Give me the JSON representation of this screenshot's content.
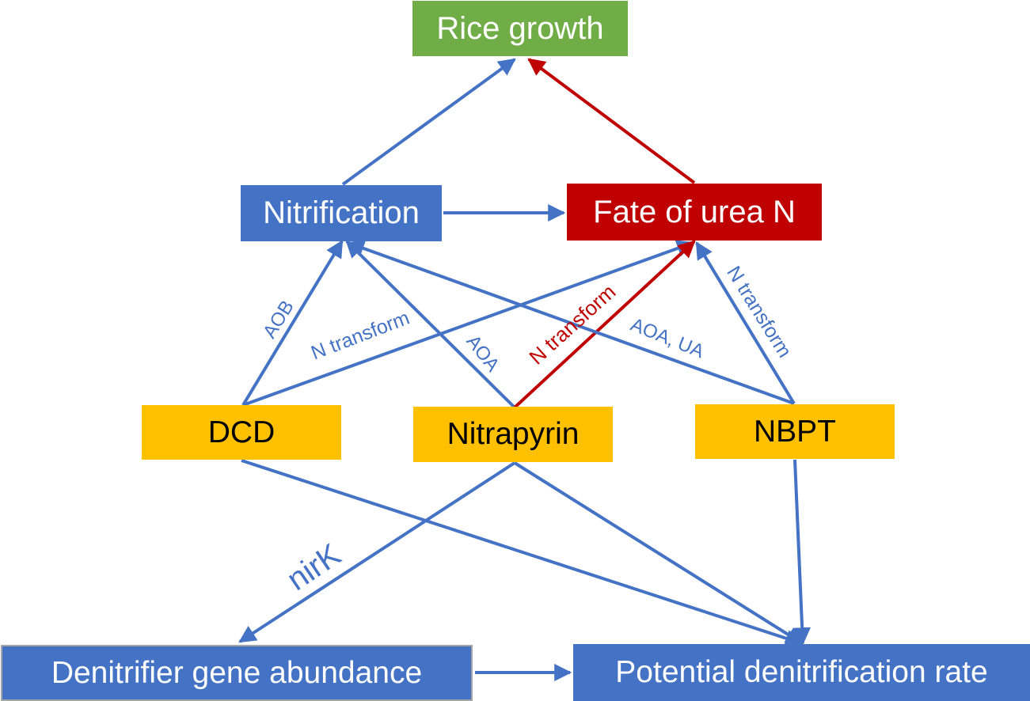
{
  "diagram": {
    "colors": {
      "blue": "#4472c4",
      "red": "#c00000",
      "green": "#70ad47",
      "yellow": "#ffc000"
    },
    "nodes": {
      "rice_growth": {
        "label": "Rice growth",
        "fill": "#70ad47"
      },
      "nitrification": {
        "label": "Nitrification",
        "fill": "#4472c4"
      },
      "fate_of_urea_n": {
        "label": "Fate of urea N",
        "fill": "#c00000"
      },
      "dcd": {
        "label": "DCD",
        "fill": "#ffc000"
      },
      "nitrapyrin": {
        "label": "Nitrapyrin",
        "fill": "#ffc000"
      },
      "nbpt": {
        "label": "NBPT",
        "fill": "#ffc000"
      },
      "denitrifier_gene_abundance": {
        "label": "Denitrifier gene abundance",
        "fill": "#4472c4"
      },
      "potential_denitrification_rate": {
        "label": "Potential denitrification rate",
        "fill": "#4472c4"
      }
    },
    "edges": [
      {
        "id": "nitr-rice",
        "from": "Nitrification",
        "to": "Rice growth",
        "color": "#4472c4",
        "label": ""
      },
      {
        "id": "fate-rice",
        "from": "Fate of urea N",
        "to": "Rice growth",
        "color": "#c00000",
        "label": ""
      },
      {
        "id": "nitr-fate",
        "from": "Nitrification",
        "to": "Fate of urea N",
        "color": "#4472c4",
        "label": ""
      },
      {
        "id": "dcd-nitr",
        "from": "DCD",
        "to": "Nitrification",
        "color": "#4472c4",
        "label": "AOB"
      },
      {
        "id": "dcd-fate",
        "from": "DCD",
        "to": "Fate of urea N",
        "color": "#4472c4",
        "label": "N transform"
      },
      {
        "id": "nitp-nitr",
        "from": "Nitrapyrin",
        "to": "Nitrification",
        "color": "#4472c4",
        "label": "AOA"
      },
      {
        "id": "nitp-fate",
        "from": "Nitrapyrin",
        "to": "Fate of urea N",
        "color": "#c00000",
        "label": "N transform"
      },
      {
        "id": "nbpt-nitr",
        "from": "NBPT",
        "to": "Nitrification",
        "color": "#4472c4",
        "label": "AOA, UA"
      },
      {
        "id": "nbpt-fate",
        "from": "NBPT",
        "to": "Fate of urea N",
        "color": "#4472c4",
        "label": "N transform"
      },
      {
        "id": "dcd-pdr",
        "from": "DCD",
        "to": "Potential denitrification rate",
        "color": "#4472c4",
        "label": ""
      },
      {
        "id": "nitp-deni",
        "from": "Nitrapyrin",
        "to": "Denitrifier gene abundance",
        "color": "#4472c4",
        "label": "nirK"
      },
      {
        "id": "nitp-pdr",
        "from": "Nitrapyrin",
        "to": "Potential denitrification rate",
        "color": "#4472c4",
        "label": ""
      },
      {
        "id": "nbpt-pdr",
        "from": "NBPT",
        "to": "Potential denitrification rate",
        "color": "#4472c4",
        "label": ""
      },
      {
        "id": "deni-pdr",
        "from": "Denitrifier gene abundance",
        "to": "Potential denitrification rate",
        "color": "#4472c4",
        "label": ""
      }
    ]
  }
}
